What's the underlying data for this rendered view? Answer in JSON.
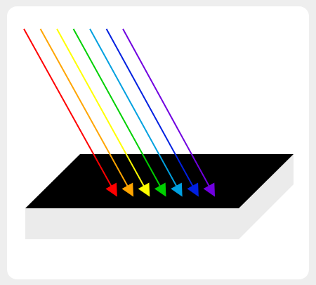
{
  "diagram": {
    "background_color": "#eeeeee",
    "card_color": "#ffffff",
    "slab": {
      "top_color": "#000000",
      "side_color": "#ebebeb"
    },
    "rays": [
      {
        "name": "red-ray",
        "color": "#ff0000"
      },
      {
        "name": "orange-ray",
        "color": "#ffa500"
      },
      {
        "name": "yellow-ray",
        "color": "#ffff00"
      },
      {
        "name": "green-ray",
        "color": "#00d000"
      },
      {
        "name": "cyan-ray",
        "color": "#00a0e0"
      },
      {
        "name": "blue-ray",
        "color": "#0020e0"
      },
      {
        "name": "violet-ray",
        "color": "#7000e0"
      }
    ]
  }
}
